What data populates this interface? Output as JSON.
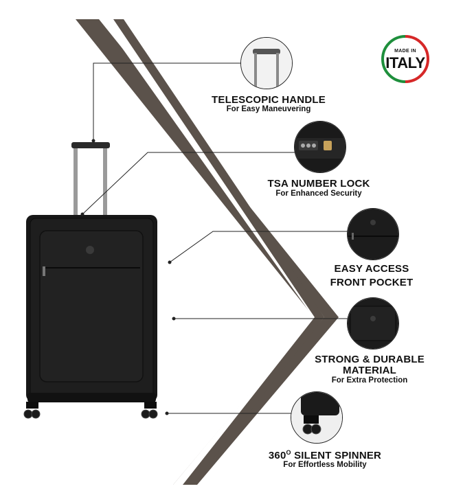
{
  "badge": {
    "top": "MADE IN",
    "bottom": "ITALY",
    "colors": {
      "green": "#1e8f3c",
      "red": "#d62828"
    }
  },
  "features": [
    {
      "title": "TELESCOPIC HANDLE",
      "subtitle": "For Easy Maneuvering",
      "icon": "telescopic-handle-closeup"
    },
    {
      "title": "TSA NUMBER LOCK",
      "subtitle": "For Enhanced Security",
      "icon": "tsa-lock-closeup"
    },
    {
      "title_line1": "EASY ACCESS",
      "title_line2": "FRONT POCKET",
      "icon": "front-pocket-closeup"
    },
    {
      "title_line1": "STRONG & DURABLE",
      "title_line2": "MATERIAL",
      "subtitle": "For Extra Protection",
      "icon": "material-closeup"
    },
    {
      "title": "360",
      "title_sup": "O",
      "title_rest": " SILENT SPINNER",
      "subtitle": "For Effortless Mobility",
      "icon": "spinner-wheels-closeup"
    }
  ],
  "colors": {
    "stripe": "#5b524b",
    "suitcase": "#151515"
  }
}
